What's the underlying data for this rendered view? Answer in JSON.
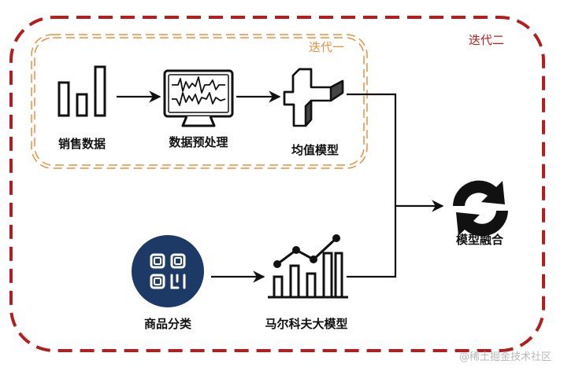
{
  "iteration_outer": {
    "label": "迭代二",
    "color": "#b31e1e"
  },
  "iteration_inner": {
    "label": "迭代一",
    "color": "#e8913f"
  },
  "nodes": {
    "sales_data": "销售数据",
    "preprocessing": "数据预处理",
    "mean_model": "均值模型",
    "model_fusion": "模型融合",
    "product_classification": "商品分类",
    "markov_model": "马尔科夫大模型"
  },
  "watermark": "@稀土掘金技术社区",
  "colors": {
    "navy": "#1d3a66",
    "ink": "#111111"
  }
}
